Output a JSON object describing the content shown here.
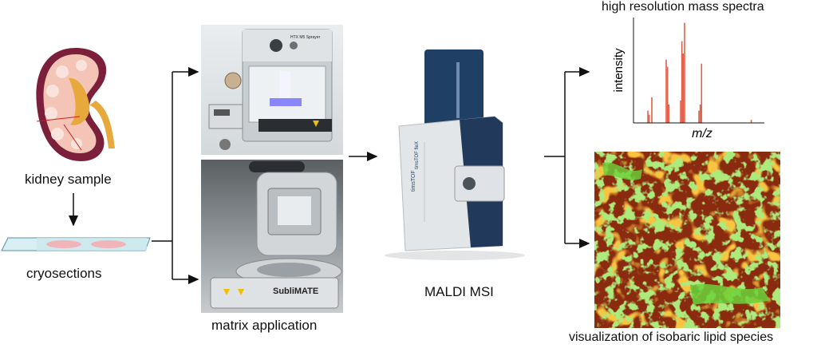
{
  "labels": {
    "kidney": "kidney sample",
    "cryo": "cryosections",
    "matrix": "matrix application",
    "maldi": "MALDI MSI",
    "spectra_title": "high resolution mass spectra",
    "visualization": "visualization of isobaric lipid species"
  },
  "device_text": {
    "sprayer": "HTX M5 Sprayer",
    "sublimate": "SubliMATE",
    "timstof": "timsTOF fleX"
  },
  "chart_data": {
    "type": "bar",
    "title": "high resolution mass spectra",
    "xlabel": "m/z",
    "ylabel": "intensity",
    "xlim": [
      0,
      100
    ],
    "ylim": [
      0,
      100
    ],
    "x": [
      11,
      12,
      14,
      25,
      26,
      27,
      36,
      37,
      38,
      39,
      50,
      51,
      52,
      90
    ],
    "values": [
      12,
      8,
      25,
      62,
      55,
      18,
      22,
      80,
      68,
      98,
      12,
      18,
      58,
      3
    ],
    "color": "#e0604a"
  },
  "colors": {
    "arrow": "#111111",
    "kidney_outer": "#7b1f3a",
    "kidney_cortex": "#f4c4b7",
    "kidney_pelvis": "#e8a93c",
    "slide": "#d8f0f4",
    "slice": "#f1b4b8",
    "spectrum": "#e0604a",
    "lipid_red": "#b83a12",
    "lipid_green": "#6ad23a"
  }
}
